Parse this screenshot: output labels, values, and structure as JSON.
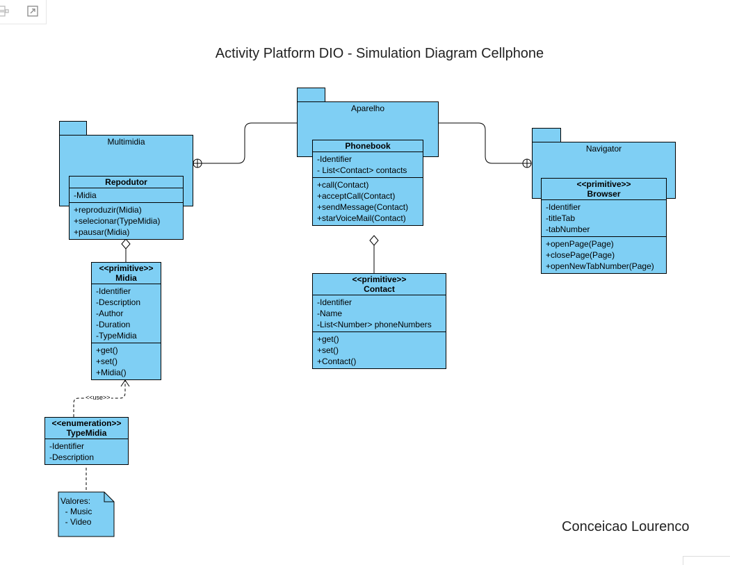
{
  "toolbar": {
    "icons": [
      "format-panel-icon",
      "fullscreen-icon"
    ]
  },
  "title": "Activity Platform DIO - Simulation Diagram Cellphone",
  "author": "Conceicao Lourenco",
  "packages": {
    "aparelho": "Aparelho",
    "multimidia": "Multimidia",
    "navigator": "Navigator"
  },
  "classes": {
    "phonebook": {
      "name": "Phonebook",
      "attributes": [
        "-Identifier",
        "- List<Contact> contacts"
      ],
      "methods": [
        "+call(Contact)",
        "+acceptCall(Contact)",
        "+sendMessage(Contact)",
        "+starVoiceMail(Contact)"
      ]
    },
    "repodutor": {
      "name": "Repodutor",
      "attributes": [
        "-Midia"
      ],
      "methods": [
        "+reproduzir(Midia)",
        "+selecionar(TypeMidia)",
        "+pausar(Midia)"
      ]
    },
    "browser": {
      "stereotype": "<<primitive>>",
      "name": "Browser",
      "attributes": [
        "-Identifier",
        "-titleTab",
        "-tabNumber"
      ],
      "methods": [
        "+openPage(Page)",
        "+closePage(Page)",
        "+openNewTabNumber(Page)"
      ]
    },
    "midia": {
      "stereotype": "<<primitive>>",
      "name": "Midia",
      "attributes": [
        "-Identifier",
        "-Description",
        "-Author",
        "-Duration",
        "-TypeMidia"
      ],
      "methods": [
        "+get()",
        "+set()",
        "+Midia()"
      ]
    },
    "contact": {
      "stereotype": "<<primitive>>",
      "name": "Contact",
      "attributes": [
        "-Identifier",
        "-Name",
        "-List<Number> phoneNumbers"
      ],
      "methods": [
        "+get()",
        "+set()",
        "+Contact()"
      ]
    },
    "typemidia": {
      "stereotype": "<<enumeration>>",
      "name": "TypeMidia",
      "attributes": [
        "-Identifier",
        "-Description"
      ]
    }
  },
  "note": {
    "lines": [
      "Valores:",
      "  - Music",
      "  - Video"
    ]
  },
  "use_label": "<<use>>",
  "colors": {
    "fill": "#7fcff4",
    "stroke": "#000000"
  }
}
